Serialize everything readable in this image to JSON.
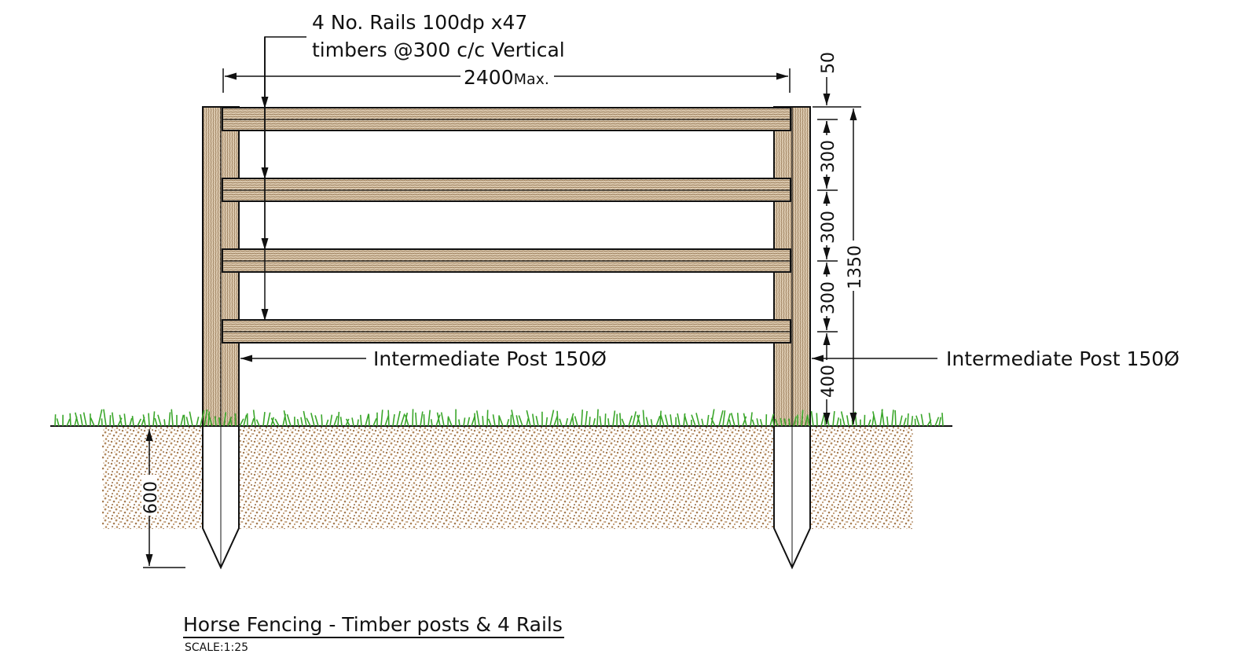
{
  "drawing": {
    "title": "Horse Fencing - Timber posts & 4 Rails",
    "scale": "SCALE:1:25",
    "rail_note_line1": "4 No. Rails 100dp x47",
    "rail_note_line2": "timbers @300 c/c Vertical",
    "width_dim": "2400",
    "width_dim_suffix": "Max.",
    "post_label_left": "Intermediate Post 150Ø",
    "post_label_right": "Intermediate Post 150Ø",
    "dims": {
      "top_offset": "50",
      "spacing_1": "300",
      "spacing_2": "300",
      "spacing_3": "300",
      "bottom_gap": "400",
      "overall_height": "1350",
      "embed_depth": "600"
    }
  },
  "colors": {
    "timber": "#d9c7ae",
    "timber_grain": "#8a6a45",
    "soil": "#b99068",
    "grass": "#3aa62a",
    "ink": "#111111"
  }
}
